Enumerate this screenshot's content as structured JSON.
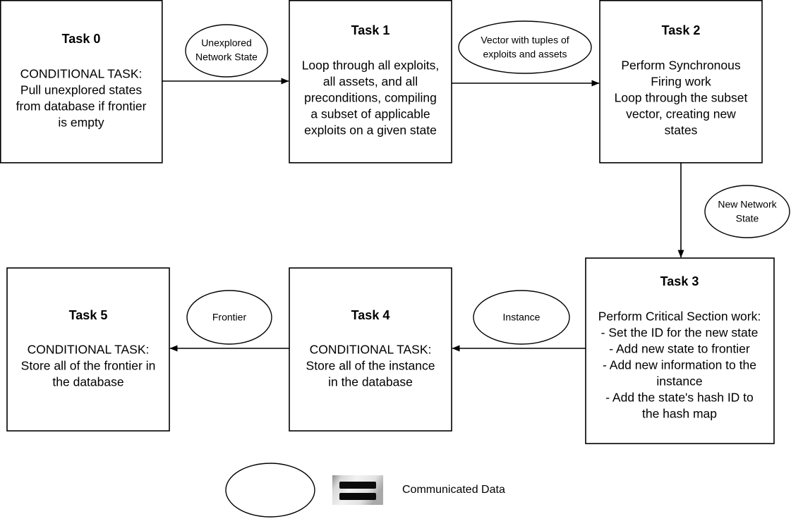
{
  "diagram": {
    "type": "task-flow-diagram",
    "background_color": "#ffffff",
    "line_color": "#000000"
  },
  "nodes": [
    {
      "id": "task0",
      "title": "Task 0",
      "lines": [
        "CONDITIONAL TASK:",
        "Pull unexplored states",
        "from database if frontier",
        "is empty"
      ]
    },
    {
      "id": "task1",
      "title": "Task 1",
      "lines": [
        "Loop through all exploits,",
        "all assets, and all",
        "preconditions, compiling",
        "a subset of applicable",
        "exploits on a given state"
      ]
    },
    {
      "id": "task2",
      "title": "Task 2",
      "lines": [
        "Perform Synchronous",
        "Firing work",
        "Loop through the subset",
        "vector, creating new",
        "states"
      ]
    },
    {
      "id": "task3",
      "title": "Task 3",
      "lines": [
        "Perform Critical Section work:",
        "- Set the ID for the new state",
        "- Add new state to frontier",
        "- Add new information to the",
        "instance",
        "- Add the state's hash ID to",
        "the hash map"
      ]
    },
    {
      "id": "task4",
      "title": "Task 4",
      "lines": [
        "CONDITIONAL TASK:",
        "Store all of the instance",
        "in the database"
      ]
    },
    {
      "id": "task5",
      "title": "Task 5",
      "lines": [
        "CONDITIONAL TASK:",
        "Store all of the frontier in",
        "the database"
      ]
    }
  ],
  "edge_labels": [
    {
      "id": "label-unexplored",
      "lines": [
        "Unexplored",
        "Network State"
      ]
    },
    {
      "id": "label-vector",
      "lines": [
        "Vector with tuples of",
        "exploits and assets"
      ]
    },
    {
      "id": "label-new-network",
      "lines": [
        "New Network",
        "State"
      ]
    },
    {
      "id": "label-instance",
      "lines": [
        "Instance"
      ]
    },
    {
      "id": "label-frontier",
      "lines": [
        "Frontier"
      ]
    }
  ],
  "legend": {
    "ellipse_label": "",
    "icon_name": "equals-icon",
    "text": "Communicated Data"
  }
}
